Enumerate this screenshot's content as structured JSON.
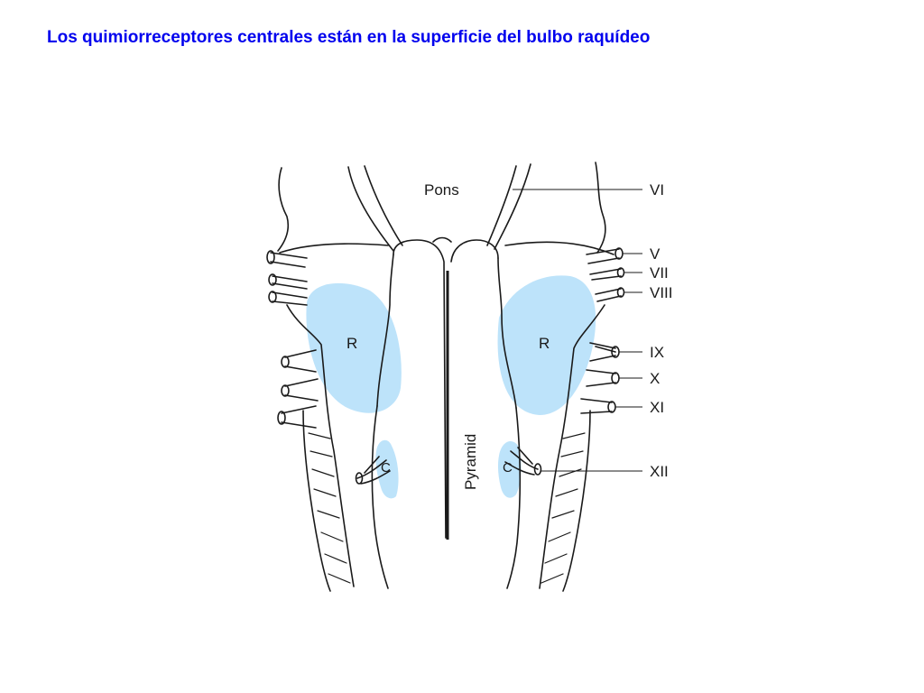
{
  "slide": {
    "title": "Los quimiorreceptores centrales están en la superficie del bulbo raquídeo"
  },
  "diagram": {
    "labels": {
      "pons": "Pons",
      "pyramid": "Pyramid",
      "r_left": "R",
      "r_right": "R",
      "c_left": "C",
      "c_right": "C"
    },
    "nerves": [
      "VI",
      "V",
      "VII",
      "VIII",
      "IX",
      "X",
      "XI",
      "XII"
    ],
    "colors": {
      "receptor_fill": "#bde3fa",
      "line": "#1a1a1a",
      "title": "#0000ee"
    }
  }
}
